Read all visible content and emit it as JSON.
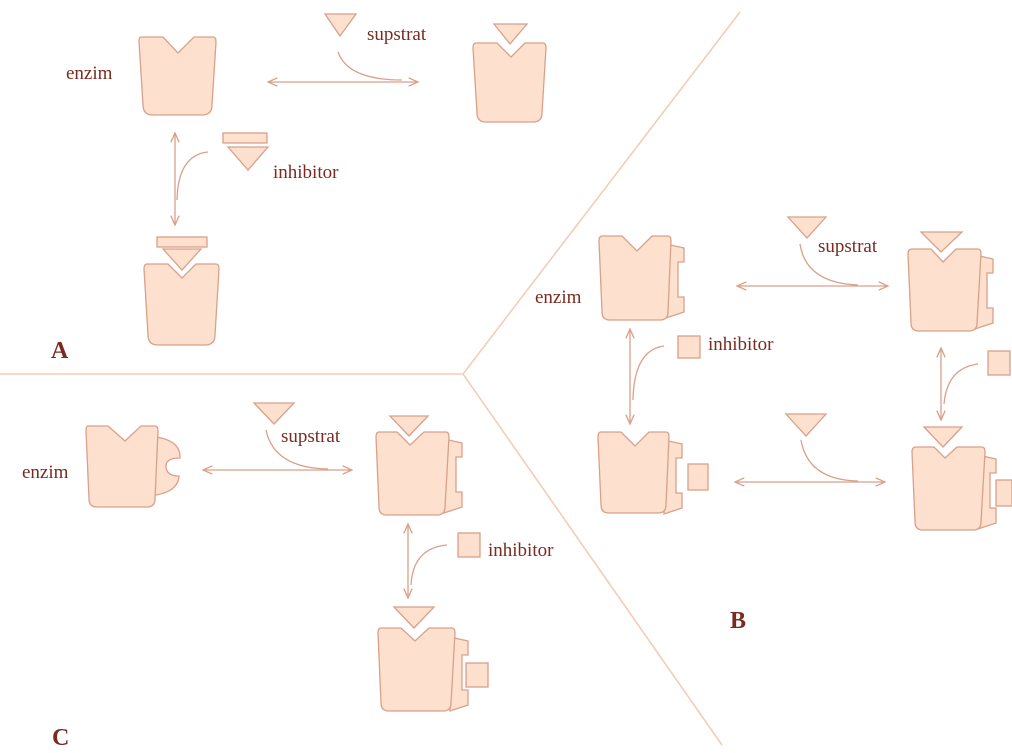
{
  "panels": {
    "a": {
      "label": "A",
      "enzyme": "enzim",
      "substrate": "supstrat",
      "inhibitor": "inhibitor"
    },
    "b": {
      "label": "B",
      "enzyme": "enzim",
      "substrate": "supstrat",
      "inhibitor": "inhibitor"
    },
    "c": {
      "label": "C",
      "enzyme": "enzim",
      "substrate": "supstrat",
      "inhibitor": "inhibitor"
    }
  },
  "colors": {
    "fill": "#fde0cd",
    "stroke": "#d9a08a",
    "text": "#7a2a1f",
    "divider": "#f2cdb7"
  }
}
